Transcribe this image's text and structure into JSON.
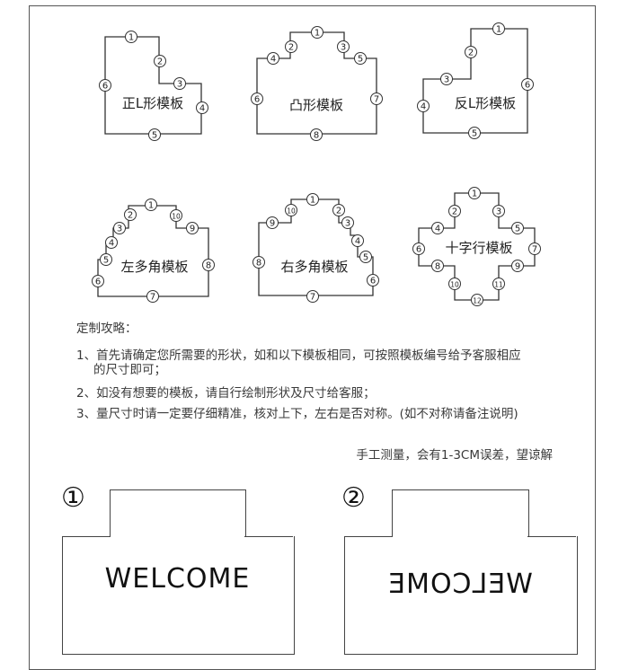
{
  "templates": [
    {
      "name": "正L形模板",
      "labels": [
        "1",
        "2",
        "3",
        "4",
        "5",
        "6"
      ]
    },
    {
      "name": "凸形模板",
      "labels": [
        "1",
        "2",
        "3",
        "4",
        "5",
        "6",
        "7",
        "8"
      ]
    },
    {
      "name": "反L形模板",
      "labels": [
        "1",
        "2",
        "3",
        "4",
        "5",
        "6"
      ]
    },
    {
      "name": "左多角模板",
      "labels": [
        "1",
        "2",
        "3",
        "4",
        "5",
        "6",
        "7",
        "8",
        "9",
        "10"
      ]
    },
    {
      "name": "右多角模板",
      "labels": [
        "1",
        "2",
        "3",
        "4",
        "5",
        "6",
        "7",
        "8",
        "9",
        "10"
      ]
    },
    {
      "name": "十字行模板",
      "labels": [
        "1",
        "2",
        "3",
        "4",
        "5",
        "6",
        "7",
        "8",
        "9",
        "10",
        "11",
        "12"
      ]
    }
  ],
  "guide": {
    "title": "定制攻略：",
    "step1_line1": "1、首先请确定您所需要的形状，如和以下模板相同，可按照模板编号给予客服相应",
    "step1_line2": "的尺寸即可；",
    "step2": "2、如没有想要的模板，请自行绘制形状及尺寸给客服；",
    "step3": "3、量尺寸时请一定要仔细精准，核对上下，左右是否对称。(如不对称请备注说明)",
    "note": "手工测量，会有1-3CM误差，望谅解"
  },
  "mats": [
    {
      "number": "①",
      "text": "WELCOME"
    },
    {
      "number": "②",
      "text": "WELCOME"
    }
  ]
}
